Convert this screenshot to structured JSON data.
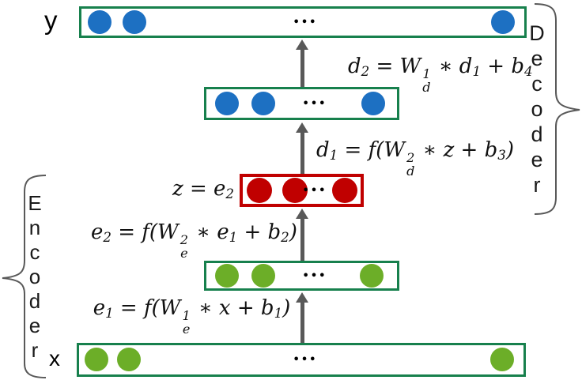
{
  "colors": {
    "box_green": "#17804d",
    "box_red": "#c00000",
    "node_blue": "#1d70c2",
    "node_green": "#6cae28",
    "node_red": "#c00000",
    "arrow": "#595959",
    "bracket": "#595959",
    "ink": "#111111"
  },
  "labels": {
    "y": "y",
    "x": "x",
    "encoder": "E\nn\nc\no\nd\ne\nr",
    "decoder": "D\ne\nc\no\nd\ne\nr"
  },
  "dots": "•••",
  "layers": [
    {
      "name": "output-layer-y",
      "label": "y",
      "node_color": "blue",
      "visible_nodes": 3,
      "has_ellipsis": true
    },
    {
      "name": "decoder-hidden-layer-d1",
      "node_color": "blue",
      "visible_nodes": 3,
      "has_ellipsis": true
    },
    {
      "name": "latent-layer-z",
      "label": "z = e2",
      "node_color": "red",
      "visible_nodes": 3,
      "has_ellipsis": true
    },
    {
      "name": "encoder-hidden-layer-e1",
      "node_color": "green",
      "visible_nodes": 3,
      "has_ellipsis": true
    },
    {
      "name": "input-layer-x",
      "label": "x",
      "node_color": "green",
      "visible_nodes": 3,
      "has_ellipsis": true
    }
  ],
  "equations": {
    "z": [
      [
        "t",
        "z = e"
      ],
      [
        "sub",
        "2"
      ]
    ],
    "d2": [
      [
        "t",
        "d"
      ],
      [
        "sub",
        "2"
      ],
      [
        "t",
        " = W"
      ],
      [
        "ss",
        "1",
        "d"
      ],
      [
        "t",
        " ∗ d"
      ],
      [
        "sub",
        "1"
      ],
      [
        "t",
        " + b"
      ],
      [
        "sub",
        "4"
      ]
    ],
    "d1": [
      [
        "t",
        "d"
      ],
      [
        "sub",
        "1"
      ],
      [
        "t",
        " = f(W"
      ],
      [
        "ss",
        "2",
        "d"
      ],
      [
        "t",
        " ∗ z + b"
      ],
      [
        "sub",
        "3"
      ],
      [
        "t",
        ")"
      ]
    ],
    "e2": [
      [
        "t",
        "e"
      ],
      [
        "sub",
        "2"
      ],
      [
        "t",
        " = f(W"
      ],
      [
        "ss",
        "2",
        "e"
      ],
      [
        "t",
        " ∗ e"
      ],
      [
        "sub",
        "1"
      ],
      [
        "t",
        " + b"
      ],
      [
        "sub",
        "2"
      ],
      [
        "t",
        ")"
      ]
    ],
    "e1": [
      [
        "t",
        "e"
      ],
      [
        "sub",
        "1"
      ],
      [
        "t",
        " = f(W"
      ],
      [
        "ss",
        "1",
        "e"
      ],
      [
        "t",
        " ∗ x + b"
      ],
      [
        "sub",
        "1"
      ],
      [
        "t",
        ")"
      ]
    ]
  }
}
